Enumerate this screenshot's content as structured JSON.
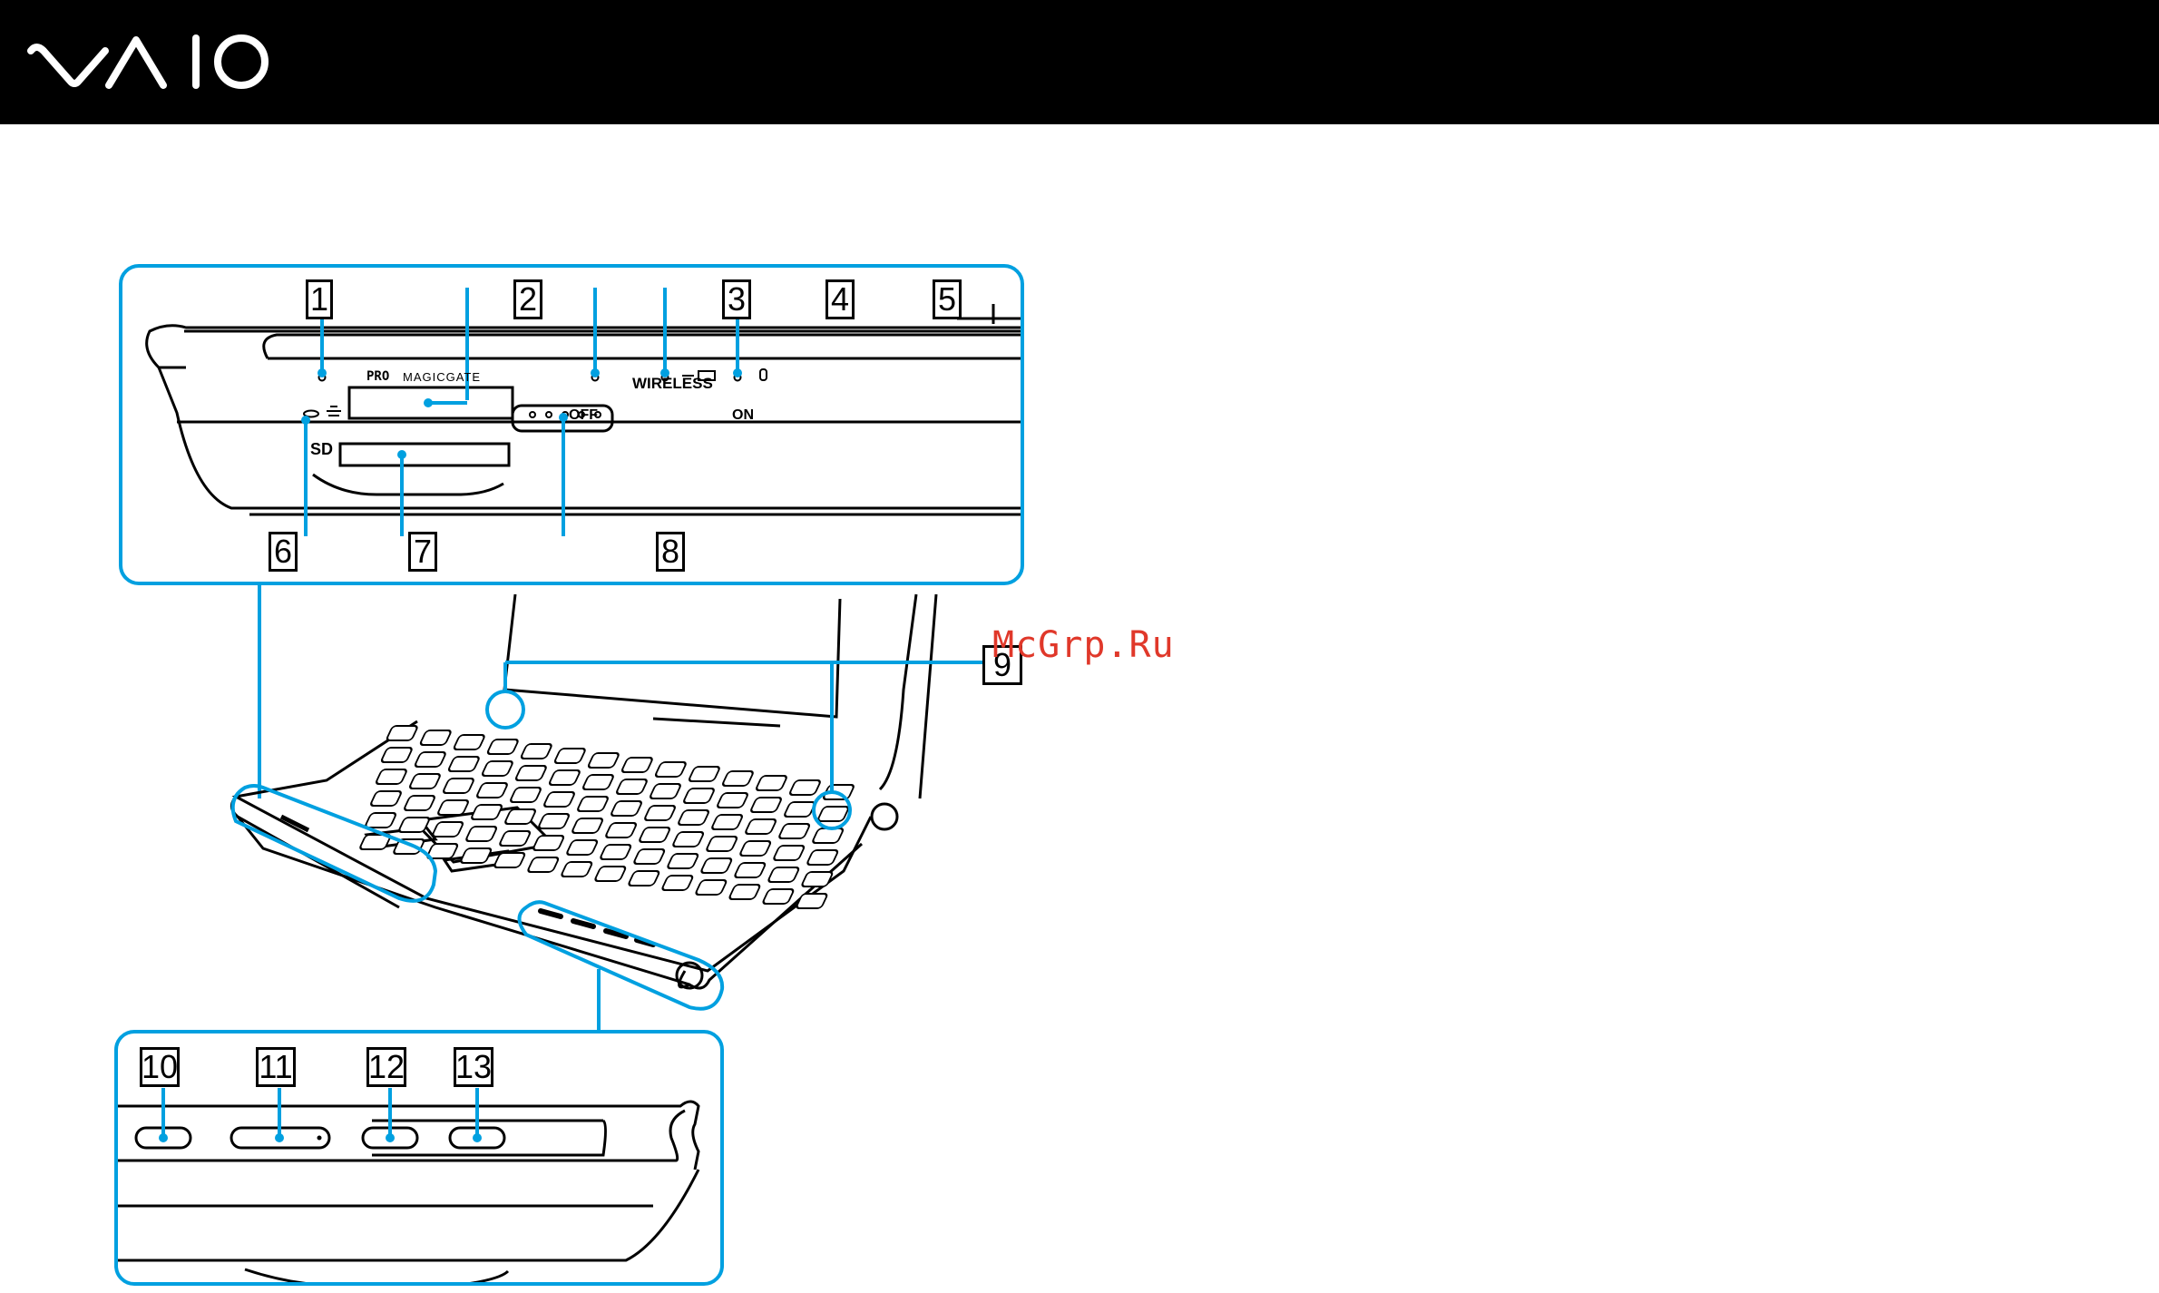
{
  "header": {
    "logo_text": "VAIO",
    "background": "#000000"
  },
  "figure": {
    "accent_color": "#00a0e0",
    "top_panel": {
      "labels": {
        "pro": "PRO",
        "magicgate": "MAGICGATE",
        "wireless": "WIRELESS",
        "off": "OFF",
        "on": "ON",
        "sd": "SD"
      },
      "callouts": [
        "1",
        "2",
        "3",
        "4",
        "5",
        "6",
        "7",
        "8"
      ]
    },
    "laptop": {
      "callout": "9",
      "brand": "VAIO"
    },
    "bottom_panel": {
      "callouts": [
        "10",
        "11",
        "12",
        "13"
      ]
    }
  },
  "watermark": "McGrp.Ru"
}
